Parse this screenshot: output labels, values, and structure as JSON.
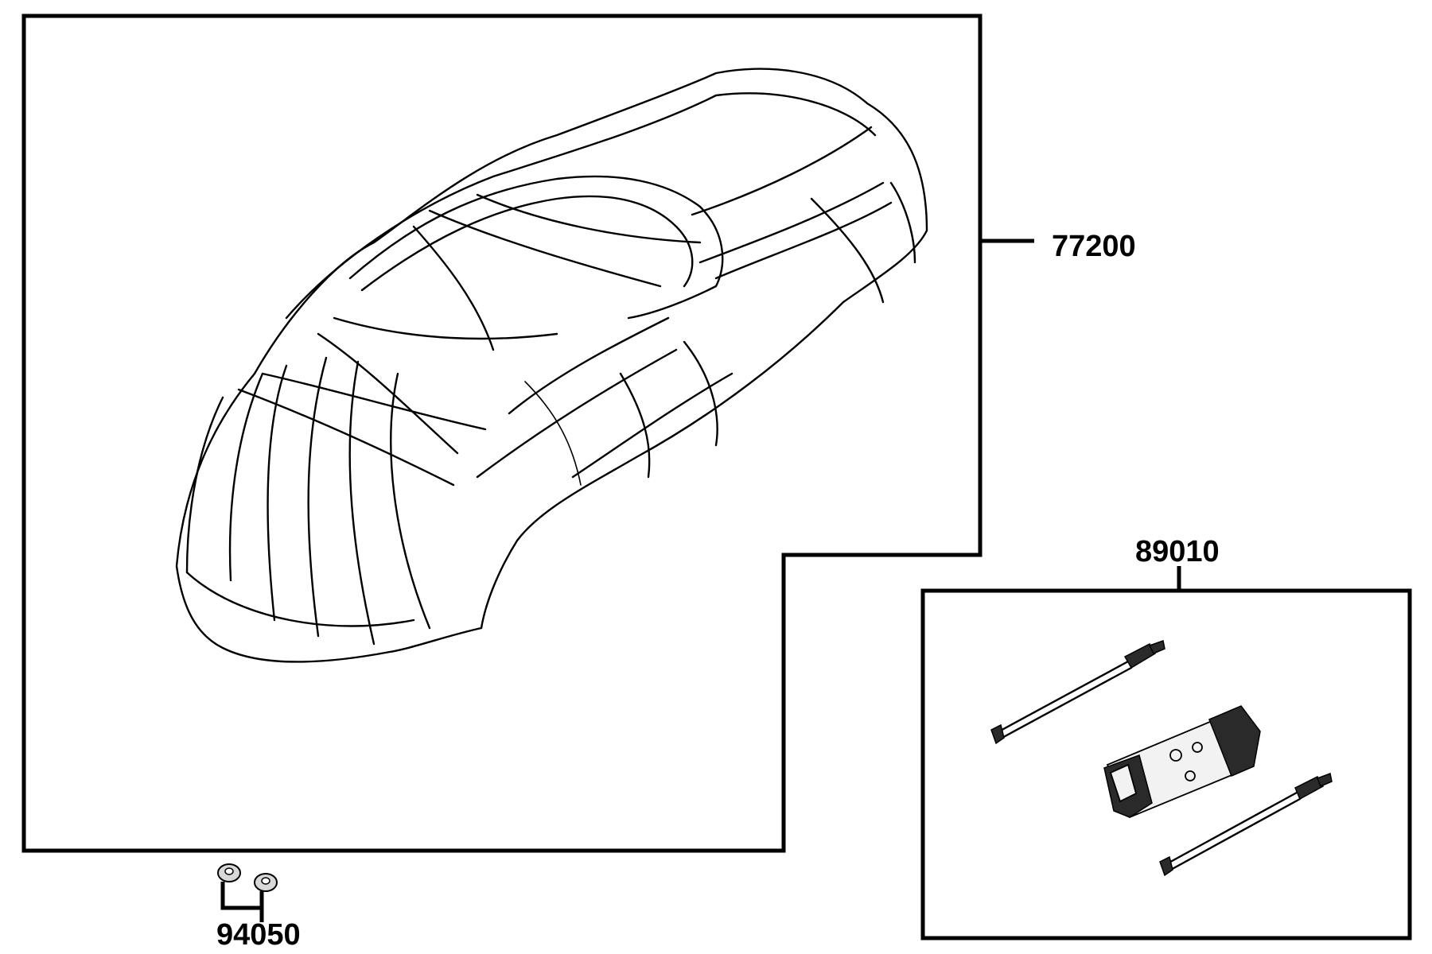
{
  "diagram": {
    "labels": {
      "seat": "77200",
      "tool_kit": "89010",
      "fastener": "94050"
    },
    "colors": {
      "line": "#000000",
      "background": "#ffffff"
    }
  }
}
